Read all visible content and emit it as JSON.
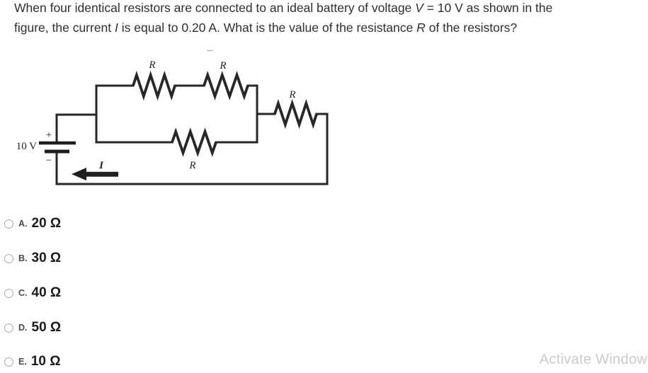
{
  "question": {
    "seg1": "When four identical resistors are connected to an ideal battery of voltage ",
    "sym_v": "V",
    "seg2": " = 10 V as shown in the",
    "seg3": "figure, the current ",
    "sym_i": "I",
    "seg4": " is equal to 0.20 A. What is the value of the resistance ",
    "sym_r": "R",
    "seg5": " of the resistors?"
  },
  "circuit": {
    "battery_voltage": "10 V",
    "plus_sign": "+",
    "minus_sign": "−",
    "current_label": "I",
    "resistor_labels": [
      "R",
      "R",
      "R",
      "R"
    ]
  },
  "options": [
    {
      "letter": "A.",
      "value": "20 Ω"
    },
    {
      "letter": "B.",
      "value": "30 Ω"
    },
    {
      "letter": "C.",
      "value": "40 Ω"
    },
    {
      "letter": "D.",
      "value": "50 Ω"
    },
    {
      "letter": "E.",
      "value": "10 Ω"
    }
  ],
  "watermark": "Activate Window"
}
